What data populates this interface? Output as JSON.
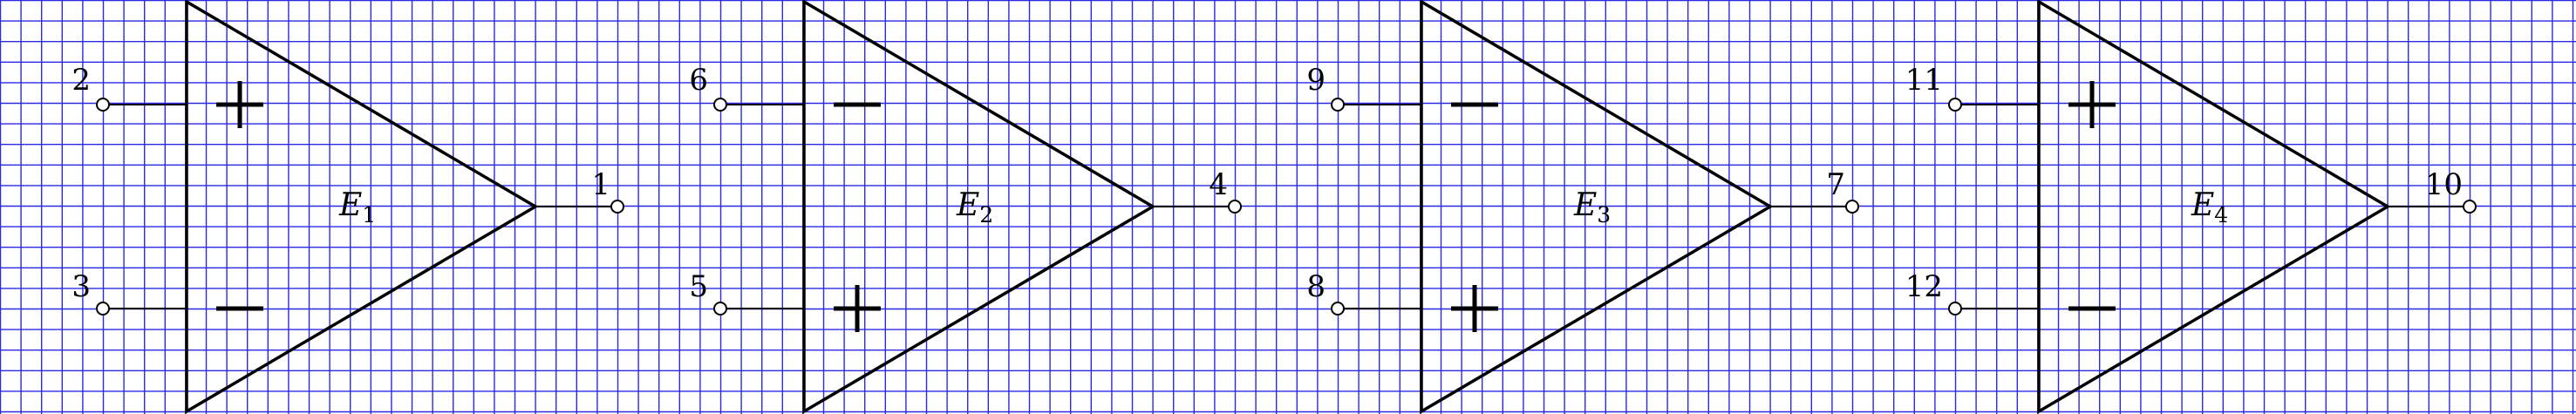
{
  "colors": {
    "background": "#ffffff",
    "grid": "#2a2ae6",
    "ink": "#000000"
  },
  "amplifiers": [
    {
      "name": "E",
      "subscript": "1",
      "inputs": [
        {
          "pin": "2",
          "polarity": "+"
        },
        {
          "pin": "3",
          "polarity": "−"
        }
      ],
      "output": {
        "pin": "1"
      }
    },
    {
      "name": "E",
      "subscript": "2",
      "inputs": [
        {
          "pin": "6",
          "polarity": "−"
        },
        {
          "pin": "5",
          "polarity": "+"
        }
      ],
      "output": {
        "pin": "4"
      }
    },
    {
      "name": "E",
      "subscript": "3",
      "inputs": [
        {
          "pin": "9",
          "polarity": "−"
        },
        {
          "pin": "8",
          "polarity": "+"
        }
      ],
      "output": {
        "pin": "7"
      }
    },
    {
      "name": "E",
      "subscript": "4",
      "inputs": [
        {
          "pin": "11",
          "polarity": "+"
        },
        {
          "pin": "12",
          "polarity": "−"
        }
      ],
      "output": {
        "pin": "10"
      }
    }
  ]
}
